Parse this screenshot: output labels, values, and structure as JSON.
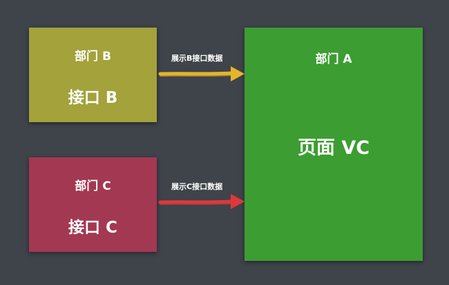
{
  "colors": {
    "background": "#3f434a",
    "dept_b": "#a3a23b",
    "dept_c": "#a33853",
    "dept_a": "#3c9d32",
    "arrow_b": "#e3b52a",
    "arrow_c": "#e0383a"
  },
  "boxes": {
    "b": {
      "dept": "部门 B",
      "label": "接口 B"
    },
    "c": {
      "dept": "部门 C",
      "label": "接口 C"
    },
    "a": {
      "dept": "部门 A",
      "label": "页面 VC"
    }
  },
  "arrows": {
    "b": {
      "label": "展示B接口数据"
    },
    "c": {
      "label": "展示C接口数据"
    }
  }
}
